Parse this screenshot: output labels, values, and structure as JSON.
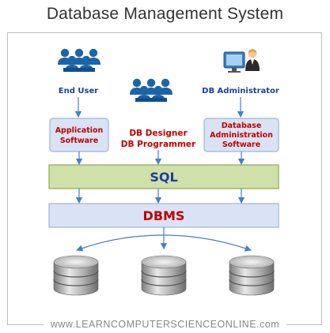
{
  "title": "Database Management System",
  "footer": "www.LEARNCOMPUTERSCIENCEONLINE.com",
  "users": {
    "end_user": "End User",
    "designer_line1": "DB Designer",
    "designer_line2": "DB Programmer",
    "admin": "DB Administrator"
  },
  "boxes": {
    "app_line1": "Application",
    "app_line2": "Software",
    "admin_line1": "Database",
    "admin_line2": "Administration",
    "admin_line3": "Software",
    "sql": "SQL",
    "dbms": "DBMS"
  },
  "colors": {
    "box_fill": "#d9e3f5",
    "box_stroke": "#9fb4d8",
    "sql_fill": "#cfe0a8",
    "sql_stroke": "#8fa85a",
    "label_blue": "#1f3f9a",
    "label_red": "#c00000",
    "arrow": "#4a7fc1",
    "people_icon": "#1c64a8"
  }
}
